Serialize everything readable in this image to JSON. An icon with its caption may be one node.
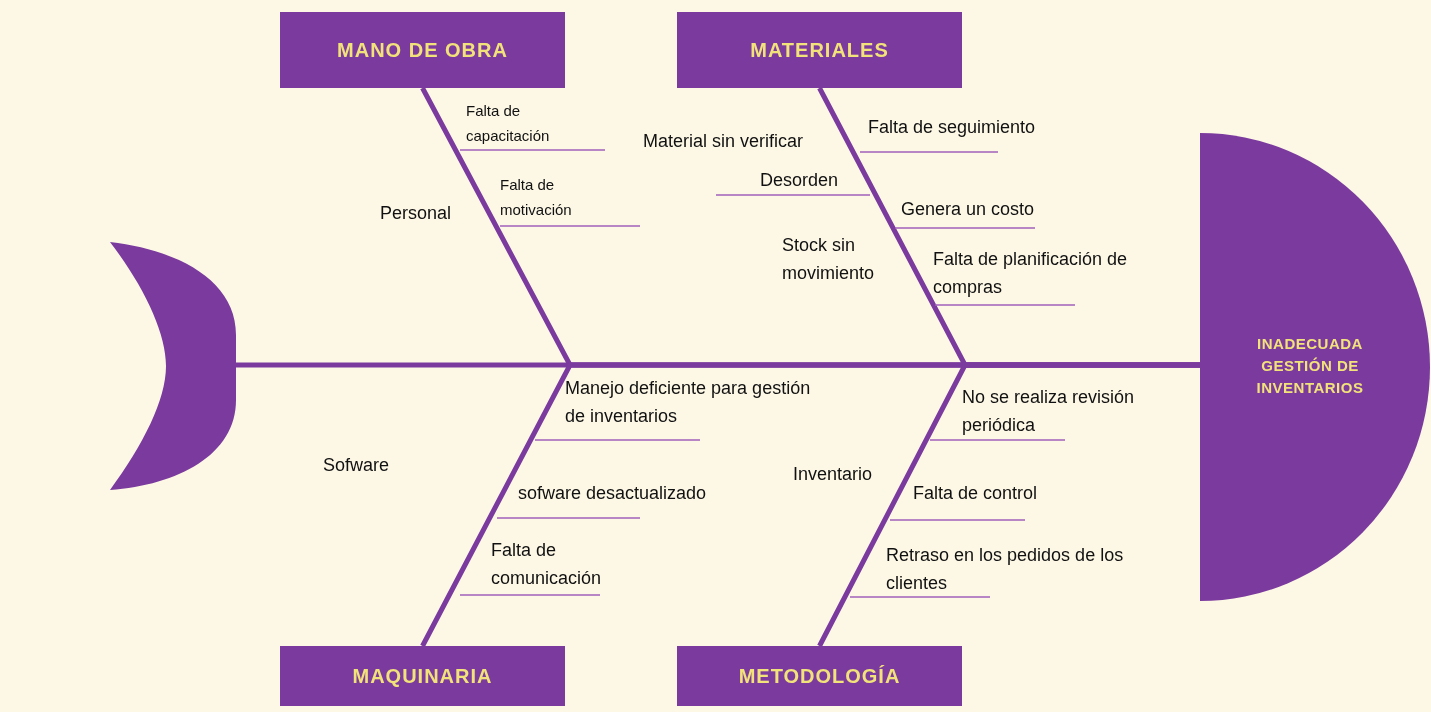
{
  "diagram": {
    "nodes": [
      {
        "text": [
          "MANO DE OBRA"
        ]
      },
      {
        "text": [
          "MATERIALES"
        ]
      },
      {
        "text": [
          "MAQUINARIA"
        ]
      },
      {
        "text": [
          "METODOLOGÍA"
        ]
      },
      {
        "text": [
          "INADECUADA GESTIÓN DE INVENTARIOS"
        ]
      },
      {
        "text": [],
        "shape": "tail"
      }
    ],
    "edges": [
      {
        "from": 5,
        "to": 4,
        "arrow": "none"
      },
      {
        "from": 0,
        "to": 4,
        "arrow": "none"
      },
      {
        "from": 1,
        "to": 4,
        "arrow": "none"
      },
      {
        "from": 2,
        "to": 4,
        "arrow": "none"
      },
      {
        "from": 3,
        "to": 4,
        "arrow": "none"
      }
    ],
    "labels": [
      "Falta de capacitación",
      "Material sin verificar",
      "Falta de seguimiento",
      "Desorden",
      "Personal",
      "Falta de motivación",
      "Genera un costo",
      "Stock sin movimiento",
      "Falta de planificación de compras",
      "Manejo deficiente para gestión de inventarios",
      "No se realiza revisión periódica",
      "Sofware",
      "Inventario",
      "sofware desactualizado",
      "Falta de control",
      "Falta de comunicación",
      "Retraso en los pedidos de los clientes"
    ]
  }
}
